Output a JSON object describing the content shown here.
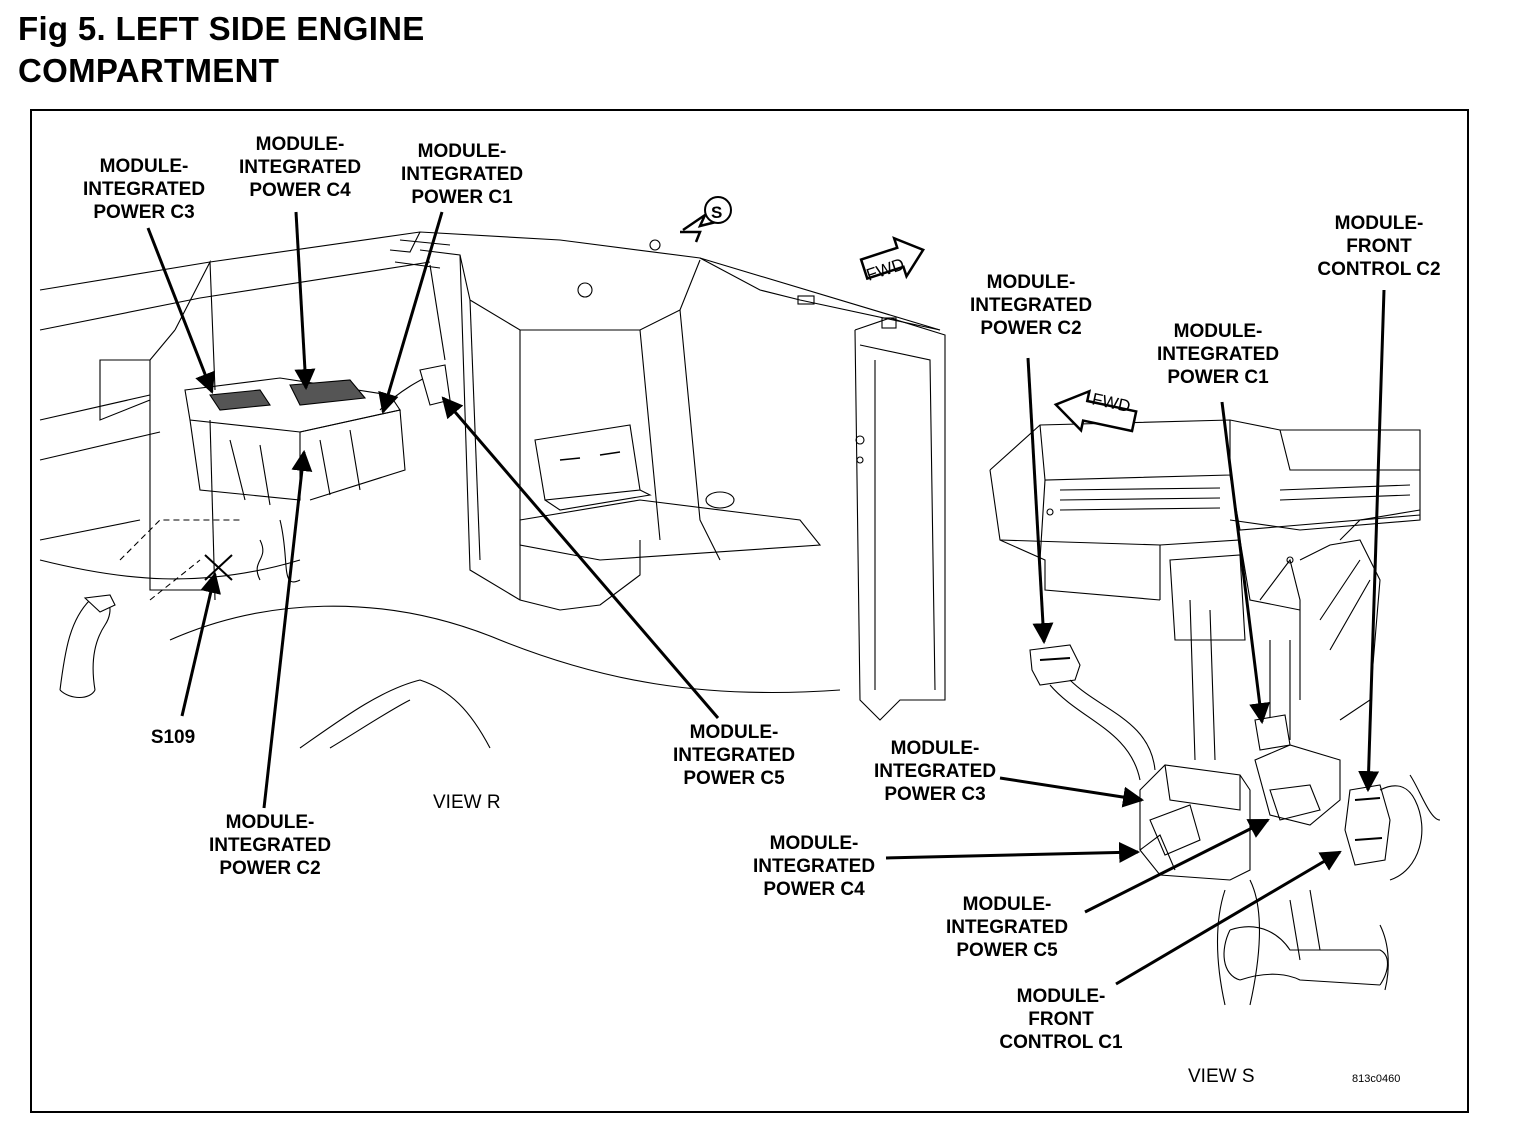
{
  "figure": {
    "title_line1": "Fig 5. LEFT SIDE ENGINE",
    "title_line2": "COMPARTMENT"
  },
  "view_r": {
    "label": "VIEW R",
    "callouts": {
      "mip_c3": {
        "line1": "MODULE-",
        "line2": "INTEGRATED",
        "line3": "POWER C3"
      },
      "mip_c4": {
        "line1": "MODULE-",
        "line2": "INTEGRATED",
        "line3": "POWER C4"
      },
      "mip_c1": {
        "line1": "MODULE-",
        "line2": "INTEGRATED",
        "line3": "POWER C1"
      },
      "mip_c5": {
        "line1": "MODULE-",
        "line2": "INTEGRATED",
        "line3": "POWER C5"
      },
      "mip_c2": {
        "line1": "MODULE-",
        "line2": "INTEGRATED",
        "line3": "POWER C2"
      },
      "splice": {
        "line1": "S109"
      }
    },
    "direction_arrows": {
      "fwd": "FWD",
      "view_s": "S"
    }
  },
  "view_s": {
    "label": "VIEW S",
    "callouts": {
      "mip_c2": {
        "line1": "MODULE-",
        "line2": "INTEGRATED",
        "line3": "POWER C2"
      },
      "mip_c1": {
        "line1": "MODULE-",
        "line2": "INTEGRATED",
        "line3": "POWER C1"
      },
      "mfc_c2": {
        "line1": "MODULE-",
        "line2": "FRONT",
        "line3": "CONTROL C2"
      },
      "mip_c3": {
        "line1": "MODULE-",
        "line2": "INTEGRATED",
        "line3": "POWER C3"
      },
      "mip_c4": {
        "line1": "MODULE-",
        "line2": "INTEGRATED",
        "line3": "POWER C4"
      },
      "mip_c5": {
        "line1": "MODULE-",
        "line2": "INTEGRATED",
        "line3": "POWER C5"
      },
      "mfc_c1": {
        "line1": "MODULE-",
        "line2": "FRONT",
        "line3": "CONTROL C1"
      }
    },
    "direction_arrows": {
      "fwd": "FWD"
    }
  },
  "illustration_code": "813c0460"
}
